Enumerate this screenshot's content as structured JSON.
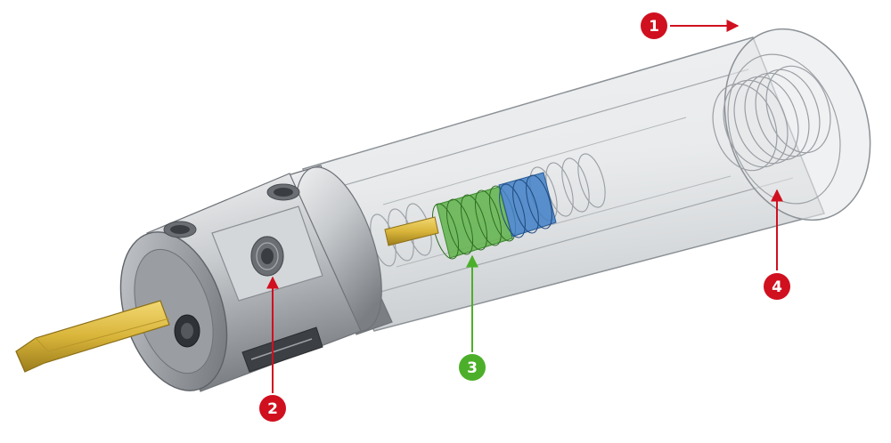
{
  "figure": {
    "description_visible_text": "",
    "callouts": [
      {
        "id": "1",
        "label": "1",
        "color": "#d0101f"
      },
      {
        "id": "2",
        "label": "2",
        "color": "#d0101f"
      },
      {
        "id": "3",
        "label": "3",
        "color": "#4caf2a"
      },
      {
        "id": "4",
        "label": "4",
        "color": "#d0101f"
      }
    ],
    "colors": {
      "metal_light": "#e2e4e6",
      "metal_mid": "#b9bcc0",
      "metal_dark": "#6f7378",
      "glass_fill": "#d8dbde",
      "glass_edge": "#8c9196",
      "gold_bit": "#d9b53a",
      "green_thread": "#5fb34a",
      "blue_thread": "#3f7fc7",
      "thread_line": "#9a9ea3"
    }
  }
}
